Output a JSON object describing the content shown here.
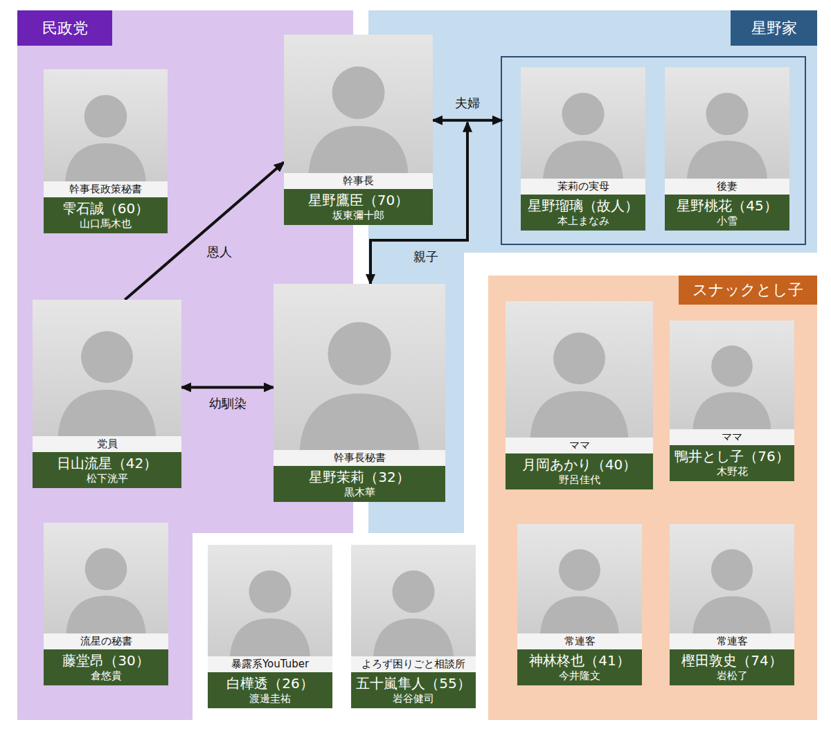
{
  "diagram": {
    "nodes": [
      {
        "text": [
          "民政党"
        ]
      },
      {
        "text": [
          "星野家"
        ]
      },
      {
        "text": [
          "スナックとし子"
        ]
      },
      {
        "text": [],
        "in": 1
      },
      {
        "text": [
          "幹事長政策秘書",
          "雫石誠（60）",
          "山口馬木也"
        ],
        "in": 0
      },
      {
        "text": [
          "幹事長",
          "星野鷹臣（70）",
          "坂東彌十郎"
        ]
      },
      {
        "text": [
          "茉莉の実母",
          "星野瑠璃（故人）",
          "本上まなみ"
        ],
        "in": 3
      },
      {
        "text": [
          "後妻",
          "星野桃花（45）",
          "小雪"
        ],
        "in": 3
      },
      {
        "text": [
          "党員",
          "日山流星（42）",
          "松下洸平"
        ],
        "in": 0
      },
      {
        "text": [
          "幹事長秘書",
          "星野茉莉（32）",
          "黒木華"
        ]
      },
      {
        "text": [
          "ママ",
          "月岡あかり（40）",
          "野呂佳代"
        ],
        "in": 2
      },
      {
        "text": [
          "ママ",
          "鴨井とし子（76）",
          "木野花"
        ],
        "in": 2
      },
      {
        "text": [
          "流星の秘書",
          "藤堂昂（30）",
          "倉悠貴"
        ],
        "in": 0
      },
      {
        "text": [
          "暴露系YouTuber",
          "白樺透（26）",
          "渡邊圭祐"
        ]
      },
      {
        "text": [
          "よろず困りごと相談所",
          "五十嵐隼人（55）",
          "岩谷健司"
        ]
      },
      {
        "text": [
          "常連客",
          "神林柊也（41）",
          "今井隆文"
        ],
        "in": 2
      },
      {
        "text": [
          "常連客",
          "樫田敦史（74）",
          "岩松了"
        ],
        "in": 2
      }
    ],
    "edges": [
      {
        "from": 5,
        "to": 3,
        "label": "夫婦",
        "arrow": "both"
      },
      {
        "from": 8,
        "to": 5,
        "label": "恩人",
        "arrow": "to"
      },
      {
        "from": 5,
        "to": 9,
        "label": "親子",
        "arrow": "both"
      },
      {
        "from": 8,
        "to": 9,
        "label": "幼馴染",
        "arrow": "both"
      }
    ]
  }
}
